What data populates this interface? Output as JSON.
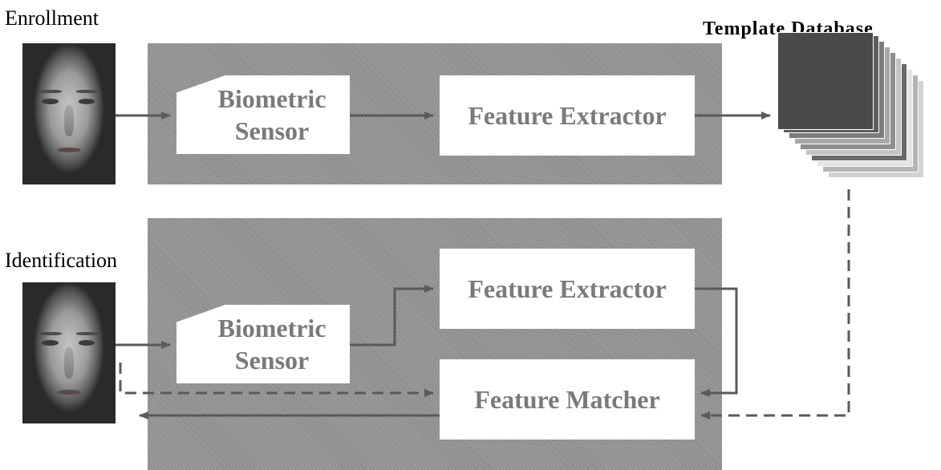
{
  "enrollment": {
    "label": "Enrollment",
    "sensor_line1": "Biometric",
    "sensor_line2": "Sensor",
    "extractor": "Feature Extractor"
  },
  "database": {
    "title": "Template Database"
  },
  "identification": {
    "label": "Identification",
    "sensor_line1": "Biometric",
    "sensor_line2": "Sensor",
    "extractor": "Feature Extractor",
    "matcher": "Feature Matcher"
  },
  "colors": {
    "panel": "#8c8c8c",
    "box_text": "#7a7a7a",
    "arrow": "#5a5a5a"
  }
}
